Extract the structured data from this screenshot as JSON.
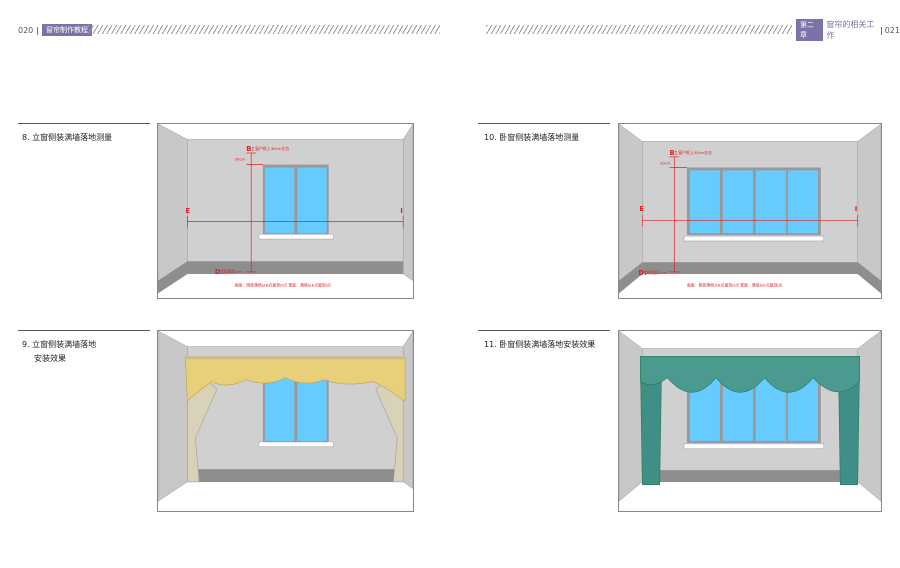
{
  "header_left": {
    "page": "020",
    "section": "窗帘制作教程"
  },
  "header_right": {
    "chapter": "第二章",
    "section": "窗帘的相关工作",
    "page": "021"
  },
  "items": [
    {
      "title": "8.  立窗侧装满墙落地测量"
    },
    {
      "title_line1": "9.  立窗侧装满墙落地",
      "title_line2": "安装效果"
    },
    {
      "title": "10.  卧窗侧装满墙落地测量"
    },
    {
      "title": "11.  卧窗侧装满墙落地安装效果"
    }
  ],
  "diagram": {
    "b_label": "B:",
    "b_note": "窗户框上30cm左右",
    "gap": "30cm",
    "e_label": "E",
    "i_label": "I",
    "d_label": "D:",
    "d_note": "离地面2cm",
    "caption": "高度：侧装落地从B点量到D点   宽度：满墙从E点量到I点"
  },
  "colors": {
    "accent": "#7b72a8",
    "glass": "#66ccff",
    "measure": "#dd2222",
    "gold_curtain": "#e8cf7a",
    "teal_curtain": "#3f8f87"
  }
}
